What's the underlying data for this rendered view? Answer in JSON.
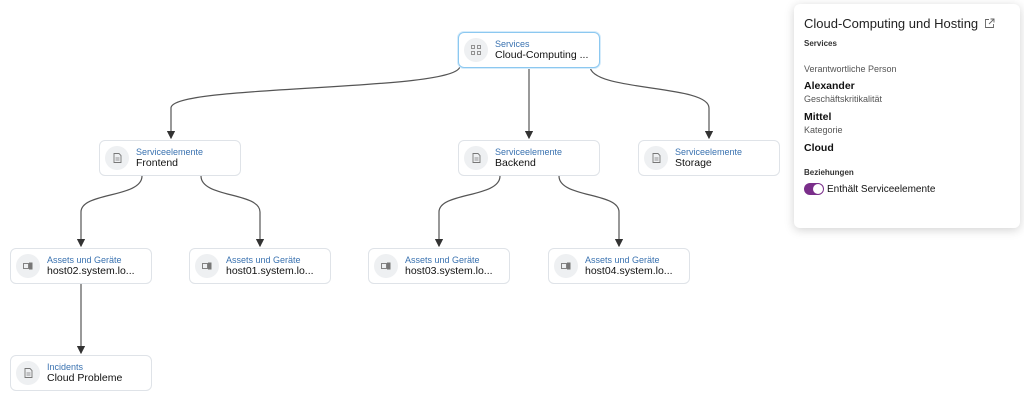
{
  "nodes": {
    "services": {
      "type": "Services",
      "name": "Cloud-Computing ..."
    },
    "frontend": {
      "type": "Serviceelemente",
      "name": "Frontend"
    },
    "backend": {
      "type": "Serviceelemente",
      "name": "Backend"
    },
    "storage": {
      "type": "Serviceelemente",
      "name": "Storage"
    },
    "host02": {
      "type": "Assets und Geräte",
      "name": "host02.system.lo..."
    },
    "host01": {
      "type": "Assets und Geräte",
      "name": "host01.system.lo..."
    },
    "host03": {
      "type": "Assets und Geräte",
      "name": "host03.system.lo..."
    },
    "host04": {
      "type": "Assets und Geräte",
      "name": "host04.system.lo..."
    },
    "incident": {
      "type": "Incidents",
      "name": "Cloud Probleme"
    }
  },
  "panel": {
    "title": "Cloud-Computing und Hosting",
    "subtitle": "Services",
    "fields": [
      {
        "label": "Verantwortliche Person",
        "value": "Alexander"
      },
      {
        "label": "Geschäftskritikalität",
        "value": "Mittel"
      },
      {
        "label": "Kategorie",
        "value": "Cloud"
      }
    ],
    "relations_heading": "Beziehungen",
    "toggle_label": "Enthält Serviceelemente",
    "toggle_on": true
  },
  "colors": {
    "accent": "#7a2e8a",
    "type_label": "#3a72b0",
    "edge": "#555555"
  }
}
